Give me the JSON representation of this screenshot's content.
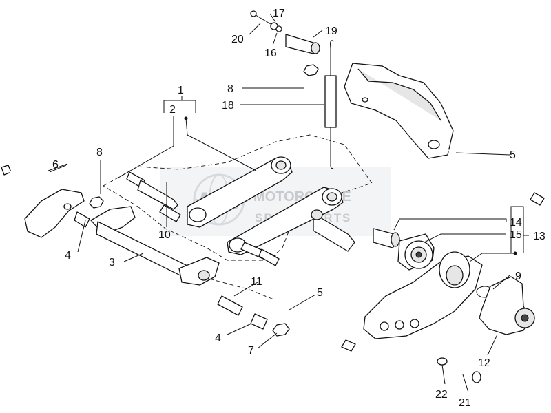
{
  "watermark": {
    "logo_letters": "MSP",
    "line1": "MOTORCYCLE",
    "line2": "SPARE PARTS"
  },
  "callouts": {
    "c1": "1",
    "c2": "2",
    "c3": "3",
    "c4a": "4",
    "c4b": "4",
    "c5a": "5",
    "c5b": "5",
    "c6": "6",
    "c7": "7",
    "c8a": "8",
    "c8b": "8",
    "c9": "9",
    "c10": "10",
    "c11": "11",
    "c12": "12",
    "c13": "13",
    "c14": "14",
    "c15": "15",
    "c16": "16",
    "c17": "17",
    "c18": "18",
    "c19": "19",
    "c20": "20",
    "c21": "21",
    "c22": "22"
  },
  "colors": {
    "line": "#111111",
    "watermark": "#9aa0a8",
    "background": "#ffffff"
  }
}
